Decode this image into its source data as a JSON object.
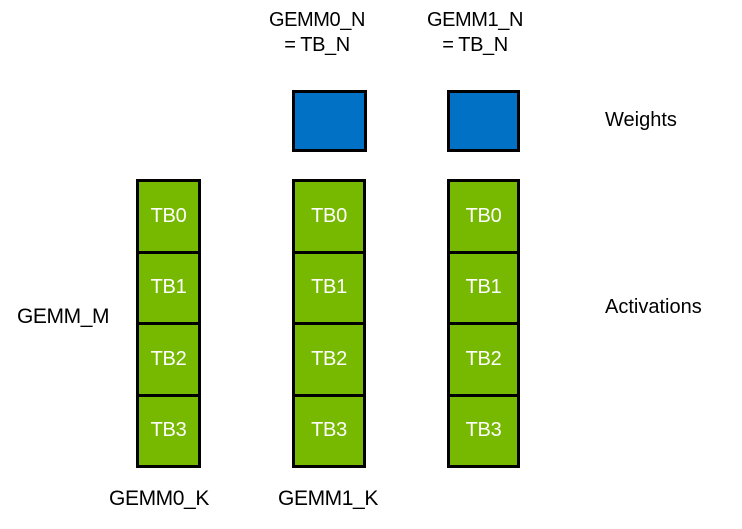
{
  "diagram": {
    "top_labels": [
      {
        "line1": "GEMM0_N",
        "line2": "= TB_N"
      },
      {
        "line1": "GEMM1_N",
        "line2": "= TB_N"
      }
    ],
    "side_labels": {
      "weights": "Weights",
      "activations": "Activations",
      "gemm_m": "GEMM_M"
    },
    "bottom_labels": [
      "GEMM0_K",
      "GEMM1_K"
    ],
    "columns": [
      {
        "blocks": [
          "TB0",
          "TB1",
          "TB2",
          "TB3"
        ]
      },
      {
        "blocks": [
          "TB0",
          "TB1",
          "TB2",
          "TB3"
        ]
      },
      {
        "blocks": [
          "TB0",
          "TB1",
          "TB2",
          "TB3"
        ]
      }
    ],
    "colors": {
      "weights_fill": "#0071C5",
      "activations_fill": "#76B900",
      "outline": "#000000",
      "block_text": "#FFFFFF",
      "label_text": "#000000",
      "background": "#FFFFFF"
    }
  }
}
